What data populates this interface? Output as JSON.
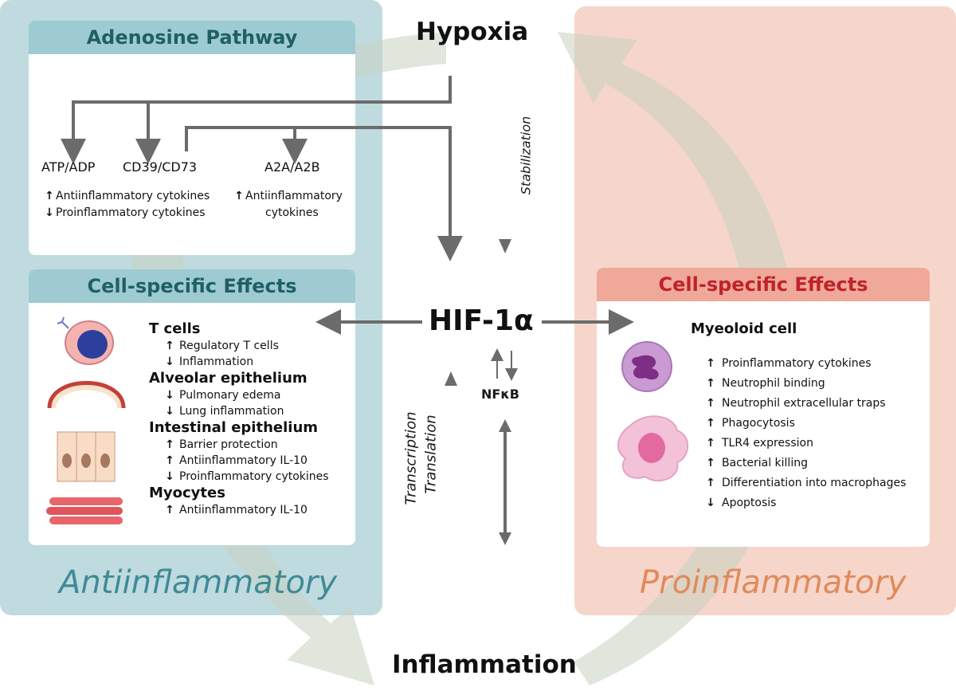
{
  "hypoxia": "Hypoxia",
  "hif": "HIF-1α",
  "inflammation": "Inflammation",
  "nfkb": "NFκB",
  "stabilization": "Stabilization",
  "transcription": "Transcription",
  "translation": "Translation",
  "adenosine": {
    "title": "Adenosine Pathway",
    "atp": "ATP/ADP",
    "cd39": "CD39/CD73",
    "a2a": "A2A/A2B",
    "left_up": "Antiinflammatory cytokines",
    "left_down": "Proinflammatory cytokines",
    "right_up_1": "Antiinflammatory",
    "right_up_2": "cytokines"
  },
  "left_effects": {
    "title": "Cell-specific Effects",
    "groups": [
      {
        "name": "T cells",
        "items": [
          {
            "dir": "up",
            "text": "Regulatory T cells"
          },
          {
            "dir": "down",
            "text": "Inflammation"
          }
        ]
      },
      {
        "name": "Alveolar epithelium",
        "items": [
          {
            "dir": "down",
            "text": "Pulmonary edema"
          },
          {
            "dir": "down",
            "text": "Lung inflammation"
          }
        ]
      },
      {
        "name": "Intestinal epithelium",
        "items": [
          {
            "dir": "up",
            "text": "Barrier protection"
          },
          {
            "dir": "up",
            "text": "Antiinflammatory IL-10"
          },
          {
            "dir": "down",
            "text": "Proinflammatory cytokines"
          }
        ]
      },
      {
        "name": "Myocytes",
        "items": [
          {
            "dir": "up",
            "text": "Antiinflammatory IL-10"
          }
        ]
      }
    ],
    "footer": "Antiinflammatory"
  },
  "right_effects": {
    "title": "Cell-specific Effects",
    "cell": "Myeoloid cell",
    "items": [
      {
        "dir": "up",
        "text": "Proinflammatory cytokines"
      },
      {
        "dir": "up",
        "text": "Neutrophil binding"
      },
      {
        "dir": "up",
        "text": "Neutrophil extracellular traps"
      },
      {
        "dir": "up",
        "text": "Phagocytosis"
      },
      {
        "dir": "up",
        "text": "TLR4 expression"
      },
      {
        "dir": "up",
        "text": "Bacterial killing"
      },
      {
        "dir": "up",
        "text": "Differentiation into macrophages"
      },
      {
        "dir": "down",
        "text": "Apoptosis"
      }
    ],
    "footer": "Proinflammatory"
  },
  "colors": {
    "left_panel": "#bfdbe0",
    "left_header": "#9ecbd2",
    "left_title": "#1f5f66",
    "right_panel": "#f6d6cb",
    "right_header": "#efa89a",
    "right_title": "#c0232a",
    "arrow": "#6b6b6b"
  }
}
